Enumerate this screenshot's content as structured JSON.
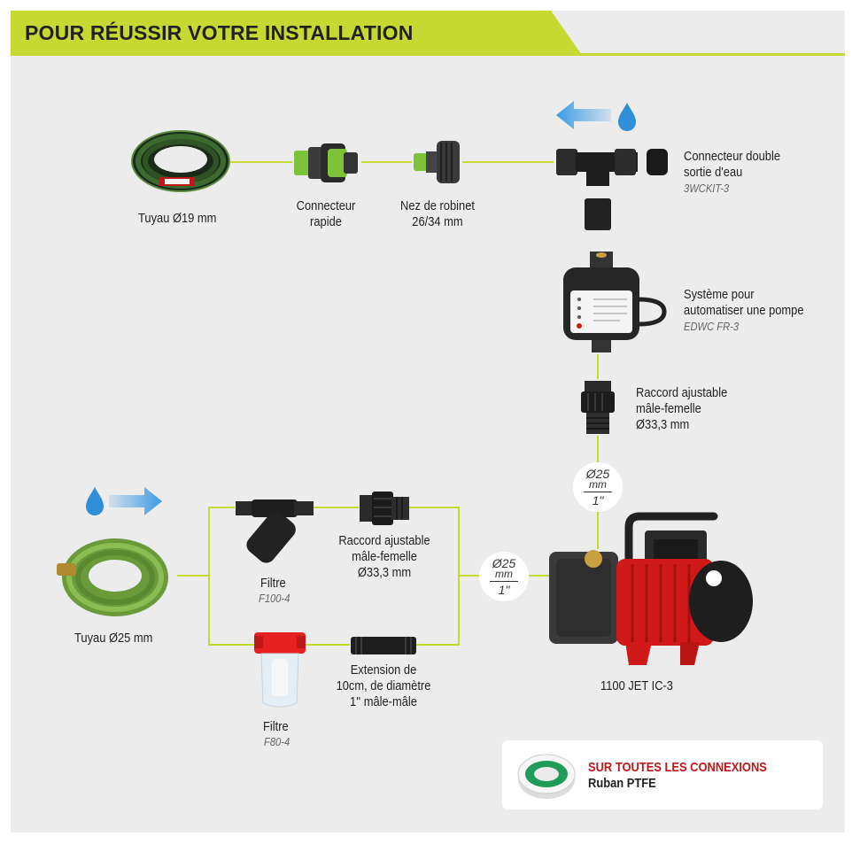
{
  "title": "POUR RÉUSSIR VOTRE INSTALLATION",
  "colors": {
    "accent": "#c6d932",
    "arrow_blue": "#3b9be3",
    "pump_red": "#d01a1a",
    "ptfe_red": "#c01818"
  },
  "top_chain": {
    "hose": {
      "label": "Tuyau Ø19 mm",
      "icon": "garden-hose-icon"
    },
    "quick_connector": {
      "label_line1": "Connecteur",
      "label_line2": "rapide",
      "icon": "quick-connector-icon"
    },
    "tap_nose": {
      "label_line1": "Nez de robinet",
      "label_line2": "26/34 mm",
      "icon": "tap-nose-icon"
    },
    "double_outlet": {
      "label_line1": "Connecteur double",
      "label_line2": "sortie d'eau",
      "ref": "3WCKIT-3",
      "icon": "t-connector-icon"
    }
  },
  "automation": {
    "label_line1": "Système pour",
    "label_line2": "automatiser une pompe",
    "ref": "EDWC FR-3",
    "icon": "pressure-controller-icon"
  },
  "adjust_vertical": {
    "label_line1": "Raccord ajustable",
    "label_line2": "mâle-femelle",
    "label_line3": "Ø33,3 mm",
    "icon": "adjustable-fitting-icon"
  },
  "diameter_badges": [
    {
      "diameter": "Ø25",
      "unit": "mm",
      "inch": "1\""
    },
    {
      "diameter": "Ø25",
      "unit": "mm",
      "inch": "1\""
    }
  ],
  "pump": {
    "label": "1100 JET IC-3",
    "icon": "jet-pump-icon"
  },
  "suction_hose": {
    "label": "Tuyau Ø25 mm",
    "icon": "suction-hose-icon"
  },
  "filter_y": {
    "label": "Filtre",
    "ref": "F100-4",
    "icon": "y-filter-icon"
  },
  "adjust_lower": {
    "label_line1": "Raccord ajustable",
    "label_line2": "mâle-femelle",
    "label_line3": "Ø33,3 mm",
    "icon": "adjustable-fitting-icon"
  },
  "filter_cartridge": {
    "label": "Filtre",
    "ref": "F80-4",
    "icon": "cartridge-filter-icon"
  },
  "extension": {
    "label_line1": "Extension de",
    "label_line2": "10cm, de diamètre",
    "label_line3": "1'' mâle-mâle",
    "icon": "extension-pipe-icon"
  },
  "ptfe": {
    "title": "SUR TOUTES LES CONNEXIONS",
    "subtitle": "Ruban PTFE",
    "icon": "ptfe-tape-icon"
  },
  "flow_arrows": [
    {
      "direction": "left",
      "icon": "flow-left-arrow-icon"
    },
    {
      "direction": "right",
      "icon": "flow-right-arrow-icon"
    }
  ]
}
